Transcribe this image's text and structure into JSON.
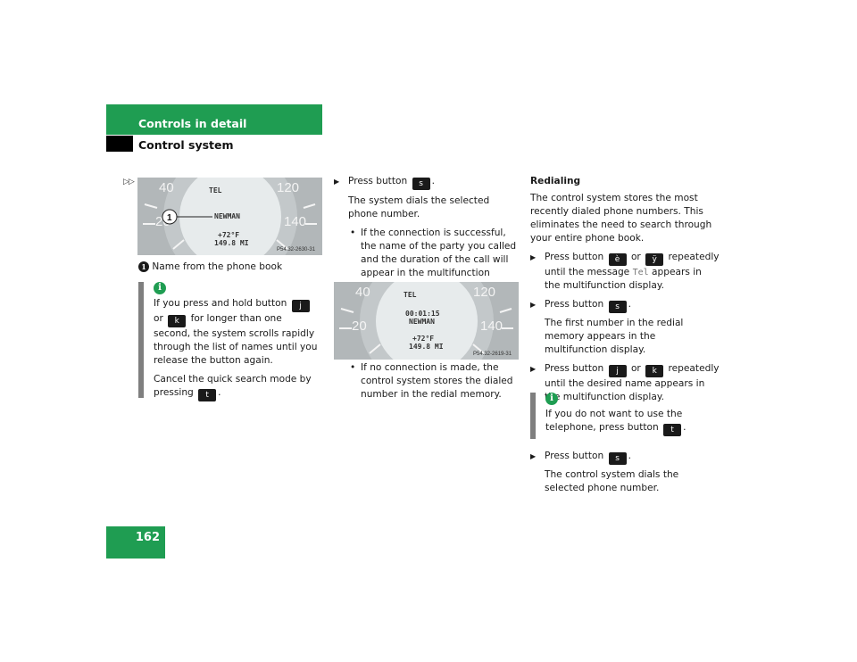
{
  "header": {
    "section": "Controls in detail",
    "subsection": "Control system",
    "continued_marker": "▷▷"
  },
  "page_number": "162",
  "figure1": {
    "display_lines": [
      "TEL",
      "NEWMAN",
      "+72°F",
      "149.8 MI"
    ],
    "gauge_numbers": [
      "40",
      "120",
      "20",
      "140"
    ],
    "callout": "1",
    "code": "P54.32-2630-31"
  },
  "figure2": {
    "display_lines": [
      "TEL",
      "00:01:15",
      "NEWMAN",
      "+72°F",
      "149.8 MI"
    ],
    "gauge_numbers": [
      "40",
      "120",
      "20",
      "140"
    ],
    "code": "P54.32-2619-31"
  },
  "col1": {
    "legend_num": "1",
    "legend_text": "Name from the phone book",
    "info": {
      "p1a": "If you press and hold button",
      "p1b": "or",
      "p1c": "for longer than one second, the system scrolls rapidly through the list of names until you release the button again.",
      "p2a": "Cancel the quick search mode by pressing",
      "p2b": "."
    }
  },
  "col2": {
    "step1a": "Press button",
    "step1b": ".",
    "step1_desc": "The system dials the selected phone number.",
    "bullet1": "If the connection is successful, the name of the party you called and the duration of the call will appear in the multifunction display.",
    "bullet2": "If no connection is made, the control system stores the dialed number in the redial memory."
  },
  "col3": {
    "heading": "Redialing",
    "intro": "The control system stores the most recently dialed phone numbers. This eliminates the need to search through your entire phone book.",
    "s1a": "Press button",
    "s1b": "or",
    "s1c": "repeatedly until the message",
    "s1_msg": "Tel",
    "s1d": "appears in the multifunction display.",
    "s2a": "Press button",
    "s2b": ".",
    "s2_desc": "The first number in the redial memory appears in the multifunction display.",
    "s3a": "Press button",
    "s3b": "or",
    "s3c": "repeatedly until the desired name appears in the multifunction display.",
    "info_a": "If you do not want to use the telephone, press button",
    "info_b": ".",
    "s4a": "Press button",
    "s4b": ".",
    "s4_desc": "The control system dials the selected phone number."
  },
  "icons": {
    "step_marker": "▶",
    "bullet": "•",
    "info": "i",
    "scroll_down": "j",
    "scroll_up": "k",
    "send": "s",
    "end": "t",
    "page_prev": "è",
    "page_next": "ÿ"
  }
}
